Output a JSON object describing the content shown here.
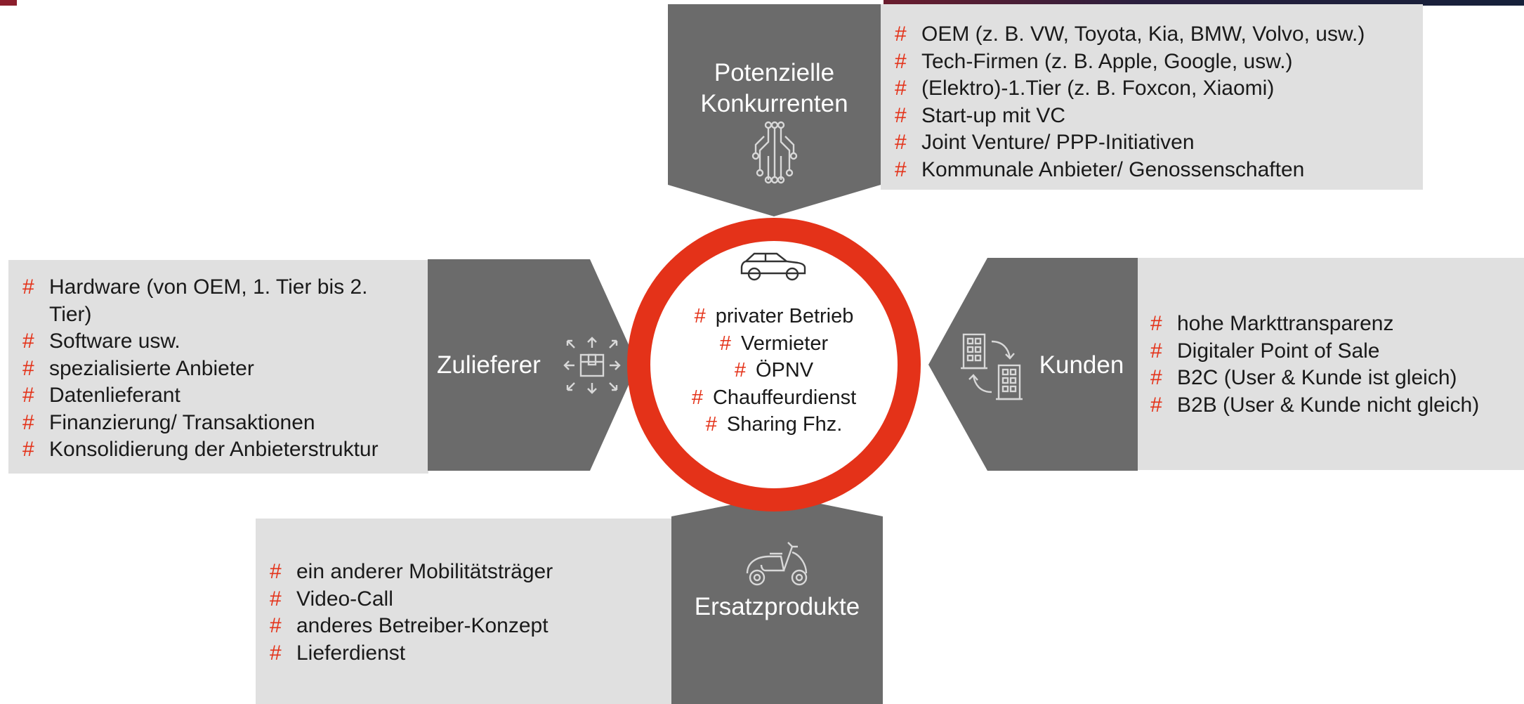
{
  "competitors": {
    "title_line1": "Potenzielle",
    "title_line2": "Konkurrenten",
    "icon": "circuit-icon",
    "items": [
      "OEM (z. B. VW, Toyota, Kia, BMW, Volvo, usw.)",
      "Tech-Firmen (z. B. Apple, Google, usw.)",
      "(Elektro)-1.Tier (z. B. Foxcon, Xiaomi)",
      "Start-up mit VC",
      "Joint Venture/ PPP-Initiativen",
      "Kommunale Anbieter/ Genossenschaften"
    ]
  },
  "suppliers": {
    "title": "Zulieferer",
    "icon": "package-distribution-icon",
    "items": [
      "Hardware (von OEM, 1. Tier bis 2. Tier)",
      "Software usw.",
      "spezialisierte Anbieter",
      "Datenlieferant",
      "Finanzierung/ Transaktionen",
      "Konsolidierung der Anbieterstruktur"
    ]
  },
  "center": {
    "icon": "car-icon",
    "items": [
      "privater Betrieb",
      "Vermieter",
      "ÖPNV",
      "Chauffeurdienst",
      "Sharing Fhz."
    ]
  },
  "customers": {
    "title": "Kunden",
    "icon": "buildings-exchange-icon",
    "items": [
      "hohe Markttransparenz",
      "Digitaler Point of Sale",
      "B2C (User & Kunde ist gleich)",
      "B2B (User & Kunde nicht gleich)"
    ]
  },
  "substitutes": {
    "title": "Ersatzprodukte",
    "icon": "scooter-icon",
    "items": [
      "ein anderer Mobilitätsträger",
      "Video-Call",
      "anderes Betreiber-Konzept",
      "Lieferdienst"
    ]
  },
  "bullet_symbol": "#",
  "colors": {
    "accent_red": "#e43219",
    "dark_gray": "#6b6b6b",
    "light_gray": "#e0e0e0"
  }
}
